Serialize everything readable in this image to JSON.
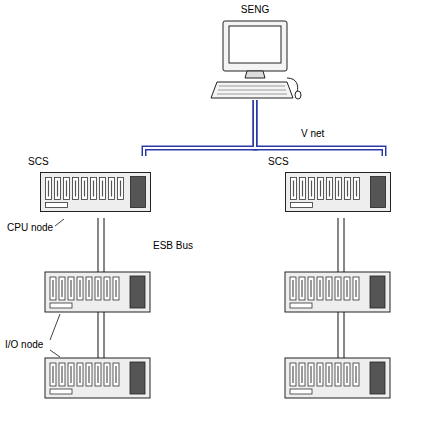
{
  "diagram": {
    "nodes": [
      {
        "text": [
          "SENG"
        ]
      },
      {
        "text": [
          "SCS"
        ]
      },
      {
        "text": [
          "SCS"
        ]
      }
    ],
    "edges": [
      {
        "from": 0,
        "to": 1,
        "arrow": "none"
      },
      {
        "from": 0,
        "to": 2,
        "label": "V net",
        "arrow": "none"
      }
    ],
    "labels": [
      "CPU node",
      "ESB Bus",
      "I/O node"
    ]
  }
}
